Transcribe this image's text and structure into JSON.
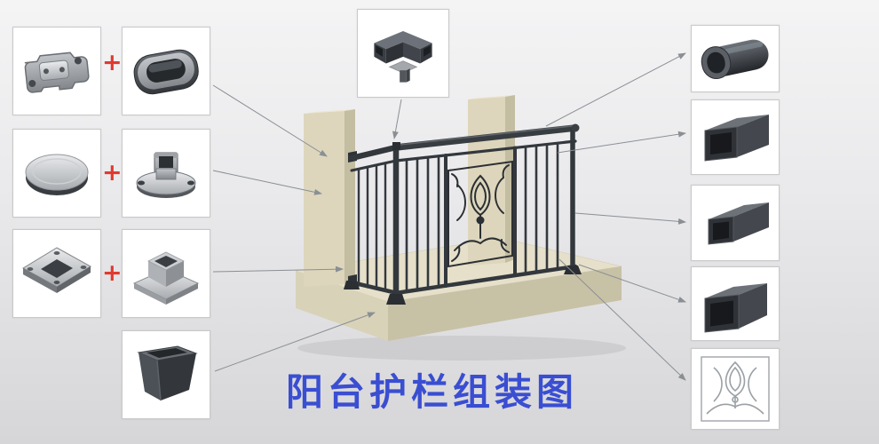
{
  "title": {
    "text": "阳台护栏组装图",
    "color": "#3a4ed2"
  },
  "operators": {
    "plus": "+",
    "plus_color": "#e03a30"
  },
  "colors": {
    "background_top": "#f4f4f5",
    "background_bottom": "#d6d6d8",
    "box_background": "#ffffff",
    "box_border": "#c9c9c9",
    "arrow": "#8a8f94",
    "railing_metal": "#33383d",
    "concrete_beige": "#e6e0ca"
  },
  "legend": {
    "left_rows": [
      {
        "parts": [
          "wall-mount-bracket",
          "oval-end-cap"
        ]
      },
      {
        "parts": [
          "round-cover-disc",
          "oval-base-flange"
        ]
      },
      {
        "parts": [
          "square-flange-plate",
          "square-base-cover"
        ]
      },
      {
        "parts": [
          "square-embed-sleeve"
        ]
      }
    ],
    "top_part": "corner-connector",
    "right_parts": [
      "oval-tube",
      "rectangular-tube",
      "square-tube-small",
      "square-tube-large",
      "ornamental-panel"
    ]
  }
}
